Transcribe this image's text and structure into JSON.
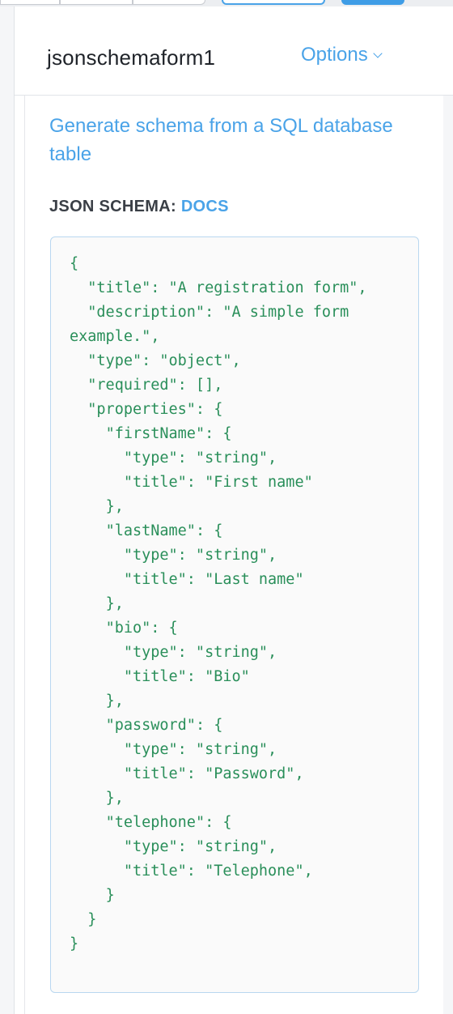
{
  "header": {
    "title": "jsonschemaform1",
    "options_label": "Options"
  },
  "body": {
    "sql_link": "Generate schema from a SQL database table",
    "schema_label": "JSON SCHEMA:",
    "docs_link": "DOCS"
  },
  "editor": {
    "content": "{\n  \"title\": \"A registration form\",\n  \"description\": \"A simple form example.\",\n  \"type\": \"object\",\n  \"required\": [],\n  \"properties\": {\n    \"firstName\": {\n      \"type\": \"string\",\n      \"title\": \"First name\"\n    },\n    \"lastName\": {\n      \"type\": \"string\",\n      \"title\": \"Last name\"\n    },\n    \"bio\": {\n      \"type\": \"string\",\n      \"title\": \"Bio\"\n    },\n    \"password\": {\n      \"type\": \"string\",\n      \"title\": \"Password\",\n    },\n    \"telephone\": {\n      \"type\": \"string\",\n      \"title\": \"Telephone\",\n    }\n  }\n}"
  },
  "colors": {
    "accent": "#4aa3e8",
    "code_text": "#2a8f5a",
    "title_text": "#1f2329"
  },
  "icons": {
    "options_chevron": "chevron-down-icon"
  }
}
